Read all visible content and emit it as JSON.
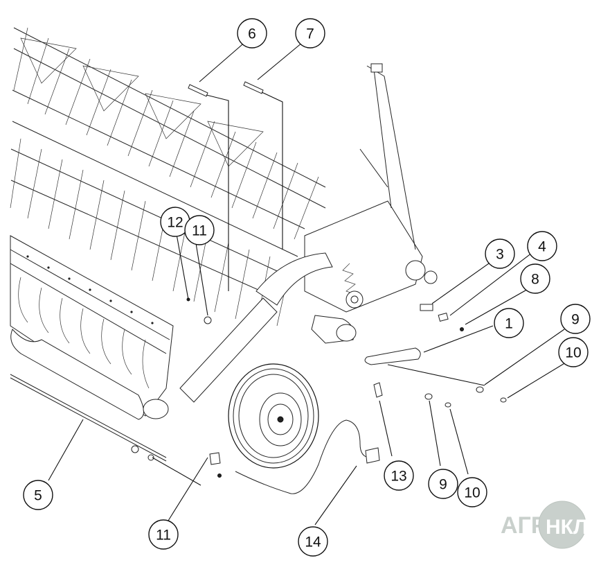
{
  "diagram": {
    "callouts": [
      {
        "id": "c6",
        "label": "6"
      },
      {
        "id": "c7",
        "label": "7"
      },
      {
        "id": "c12",
        "label": "12"
      },
      {
        "id": "c11a",
        "label": "11"
      },
      {
        "id": "c3",
        "label": "3"
      },
      {
        "id": "c4",
        "label": "4"
      },
      {
        "id": "c8",
        "label": "8"
      },
      {
        "id": "c1",
        "label": "1"
      },
      {
        "id": "c9a",
        "label": "9"
      },
      {
        "id": "c10a",
        "label": "10"
      },
      {
        "id": "c13",
        "label": "13"
      },
      {
        "id": "c9b",
        "label": "9"
      },
      {
        "id": "c10b",
        "label": "10"
      },
      {
        "id": "c5",
        "label": "5"
      },
      {
        "id": "c11b",
        "label": "11"
      },
      {
        "id": "c14",
        "label": "14"
      }
    ]
  },
  "watermark": {
    "text_left": "АГРО",
    "text_right": "НКЛ",
    "color": "#c9d0cc"
  }
}
